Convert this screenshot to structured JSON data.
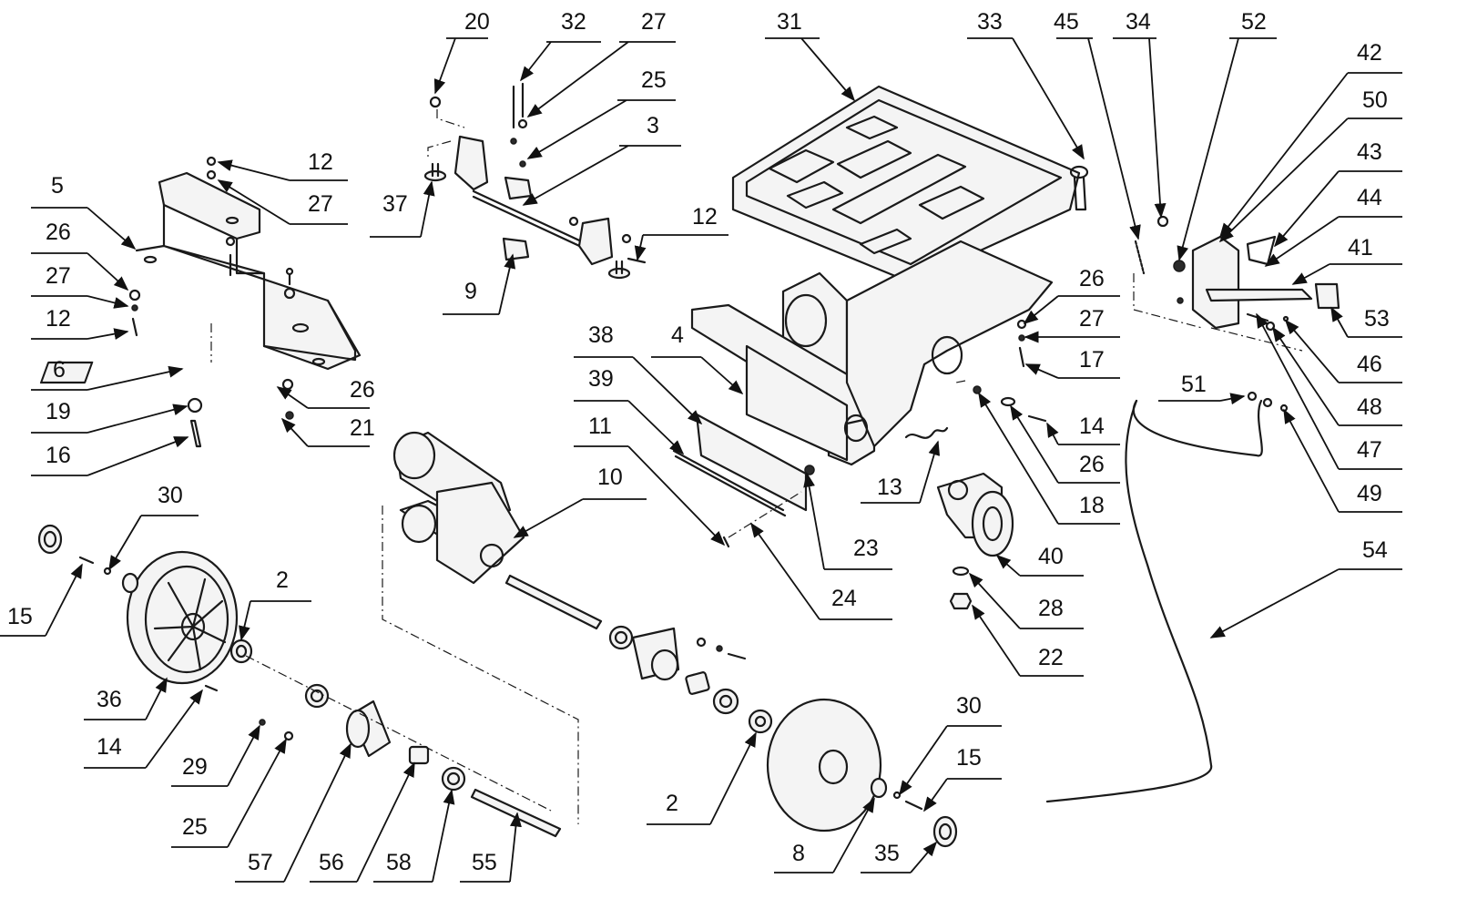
{
  "callouts": {
    "c2a": "2",
    "c2b": "2",
    "c3": "3",
    "c4": "4",
    "c5": "5",
    "c6": "6",
    "c8": "8",
    "c9": "9",
    "c10": "10",
    "c11": "11",
    "c12a": "12",
    "c12b": "12",
    "c12c": "12",
    "c13": "13",
    "c14a": "14",
    "c14b": "14",
    "c15a": "15",
    "c15b": "15",
    "c16": "16",
    "c17": "17",
    "c18": "18",
    "c19": "19",
    "c20": "20",
    "c21": "21",
    "c22": "22",
    "c23": "23",
    "c24": "24",
    "c25a": "25",
    "c25b": "25",
    "c26a": "26",
    "c26b": "26",
    "c26c": "26",
    "c26d": "26",
    "c27a": "27",
    "c27b": "27",
    "c27c": "27",
    "c27d": "27",
    "c28": "28",
    "c29": "29",
    "c30a": "30",
    "c30b": "30",
    "c31": "31",
    "c32": "32",
    "c33": "33",
    "c34": "34",
    "c35": "35",
    "c36": "36",
    "c37": "37",
    "c38": "38",
    "c39": "39",
    "c40": "40",
    "c41": "41",
    "c42": "42",
    "c43": "43",
    "c44": "44",
    "c45": "45",
    "c46": "46",
    "c47": "47",
    "c48": "48",
    "c49": "49",
    "c50": "50",
    "c51": "51",
    "c52": "52",
    "c53": "53",
    "c54": "54",
    "c55": "55",
    "c56": "56",
    "c57": "57",
    "c58": "58"
  },
  "colors": {
    "line": "#1a1a1a",
    "background": "#ffffff"
  }
}
